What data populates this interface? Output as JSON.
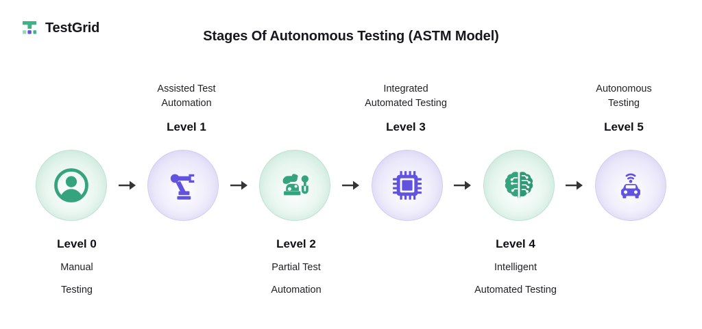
{
  "brand": {
    "name": "TestGrid",
    "logo_icon": "testgrid-logo-icon"
  },
  "header": {
    "title": "Stages Of Autonomous Testing (ASTM Model)"
  },
  "colors": {
    "green_icon": "#34a37e",
    "green_bubble": "#e8f6ef",
    "green_ring": "#bde3d2",
    "purple_icon": "#6153e0",
    "purple_bubble": "#eeecfb",
    "purple_ring": "#d2ccf2",
    "arrow": "#333338",
    "text": "#17171d",
    "logo_green": "#3bb489",
    "logo_purple": "#6153e0"
  },
  "stages": [
    {
      "level": "Level 0",
      "description": "Manual\nTesting",
      "desc_line1": "Manual",
      "desc_line2": "Testing",
      "position": "below",
      "theme": "green",
      "icon": "user-circle-icon"
    },
    {
      "level": "Level 1",
      "description": "Assisted Test\nAutomation",
      "desc_line1": "Assisted Test",
      "desc_line2": "Automation",
      "position": "above",
      "theme": "purple",
      "icon": "robot-arm-icon"
    },
    {
      "level": "Level 2",
      "description": "Partial Test\nAutomation",
      "desc_line1": "Partial Test",
      "desc_line2": "Automation",
      "position": "below",
      "theme": "green",
      "icon": "robotic-arm-gripper-icon"
    },
    {
      "level": "Level 3",
      "description": "Integrated\nAutomated Testing",
      "desc_line1": "Integrated",
      "desc_line2": "Automated Testing",
      "position": "above",
      "theme": "purple",
      "icon": "microchip-icon"
    },
    {
      "level": "Level 4",
      "description": "Intelligent\nAutomated Testing",
      "desc_line1": "Intelligent",
      "desc_line2": "Automated Testing",
      "position": "below",
      "theme": "green",
      "icon": "brain-circuit-icon"
    },
    {
      "level": "Level 5",
      "description": "Autonomous\nTesting",
      "desc_line1": "Autonomous",
      "desc_line2": "Testing",
      "position": "above",
      "theme": "purple",
      "icon": "autonomous-car-icon"
    }
  ],
  "connectors": {
    "count": 5,
    "icon": "arrow-right-icon"
  }
}
